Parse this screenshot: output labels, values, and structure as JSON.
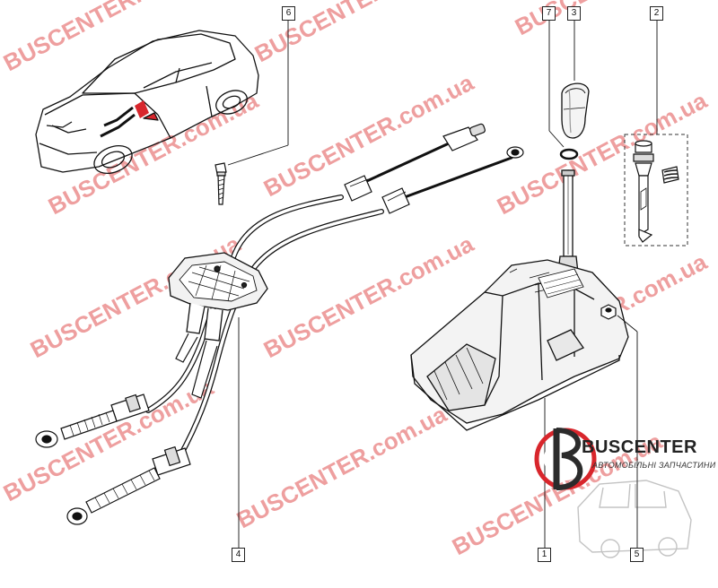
{
  "callouts": {
    "c6": "6",
    "c7": "7",
    "c3": "3",
    "c2": "2",
    "c4": "4",
    "c1": "1",
    "c5": "5"
  },
  "watermark": {
    "text": "BUSCENTER.com.ua",
    "color": "#e05050"
  },
  "logo": {
    "brand": "BUSCENTER",
    "subtitle": "АВТОМОБІЛЬНІ ЗАПЧАСТИНИ",
    "accent": "#d8262c"
  }
}
